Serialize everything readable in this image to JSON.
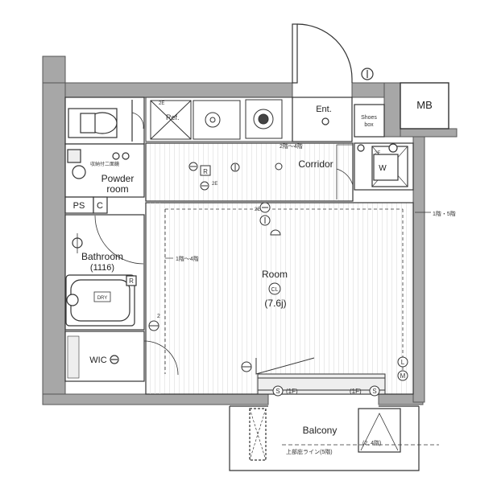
{
  "rooms": {
    "room_name": "Room",
    "room_cl": "CL",
    "room_size": "(7.6j)",
    "corridor": "Corridor",
    "entrance": "Ent.",
    "shoes_box_1": "Shoes",
    "shoes_box_2": "box",
    "mb": "MB",
    "powder_room_1": "Powder",
    "powder_room_2": "room",
    "bathroom_1": "Bathroom",
    "bathroom_2": "(1116)",
    "wic": "WIC",
    "ps": "PS",
    "c": "C",
    "balcony": "Balcony",
    "refrigerator": "Ref.",
    "washer": "W",
    "dry": "DRY"
  },
  "notes": {
    "corridor_floors": "2階～4階",
    "room_floors_left": "1階～4階",
    "right_floors": "1階・5階",
    "sprinkler_left": "(1F)",
    "sprinkler_right": "(1F)",
    "balcony_floor": "(2, 4階)",
    "balcony_line": "上部庇ライン(5階)",
    "powder_note": "収納付二面鏡"
  },
  "symbols": {
    "r": "R",
    "s": "S",
    "l": "L",
    "m": "M",
    "two_e": "2E",
    "two": "2"
  }
}
